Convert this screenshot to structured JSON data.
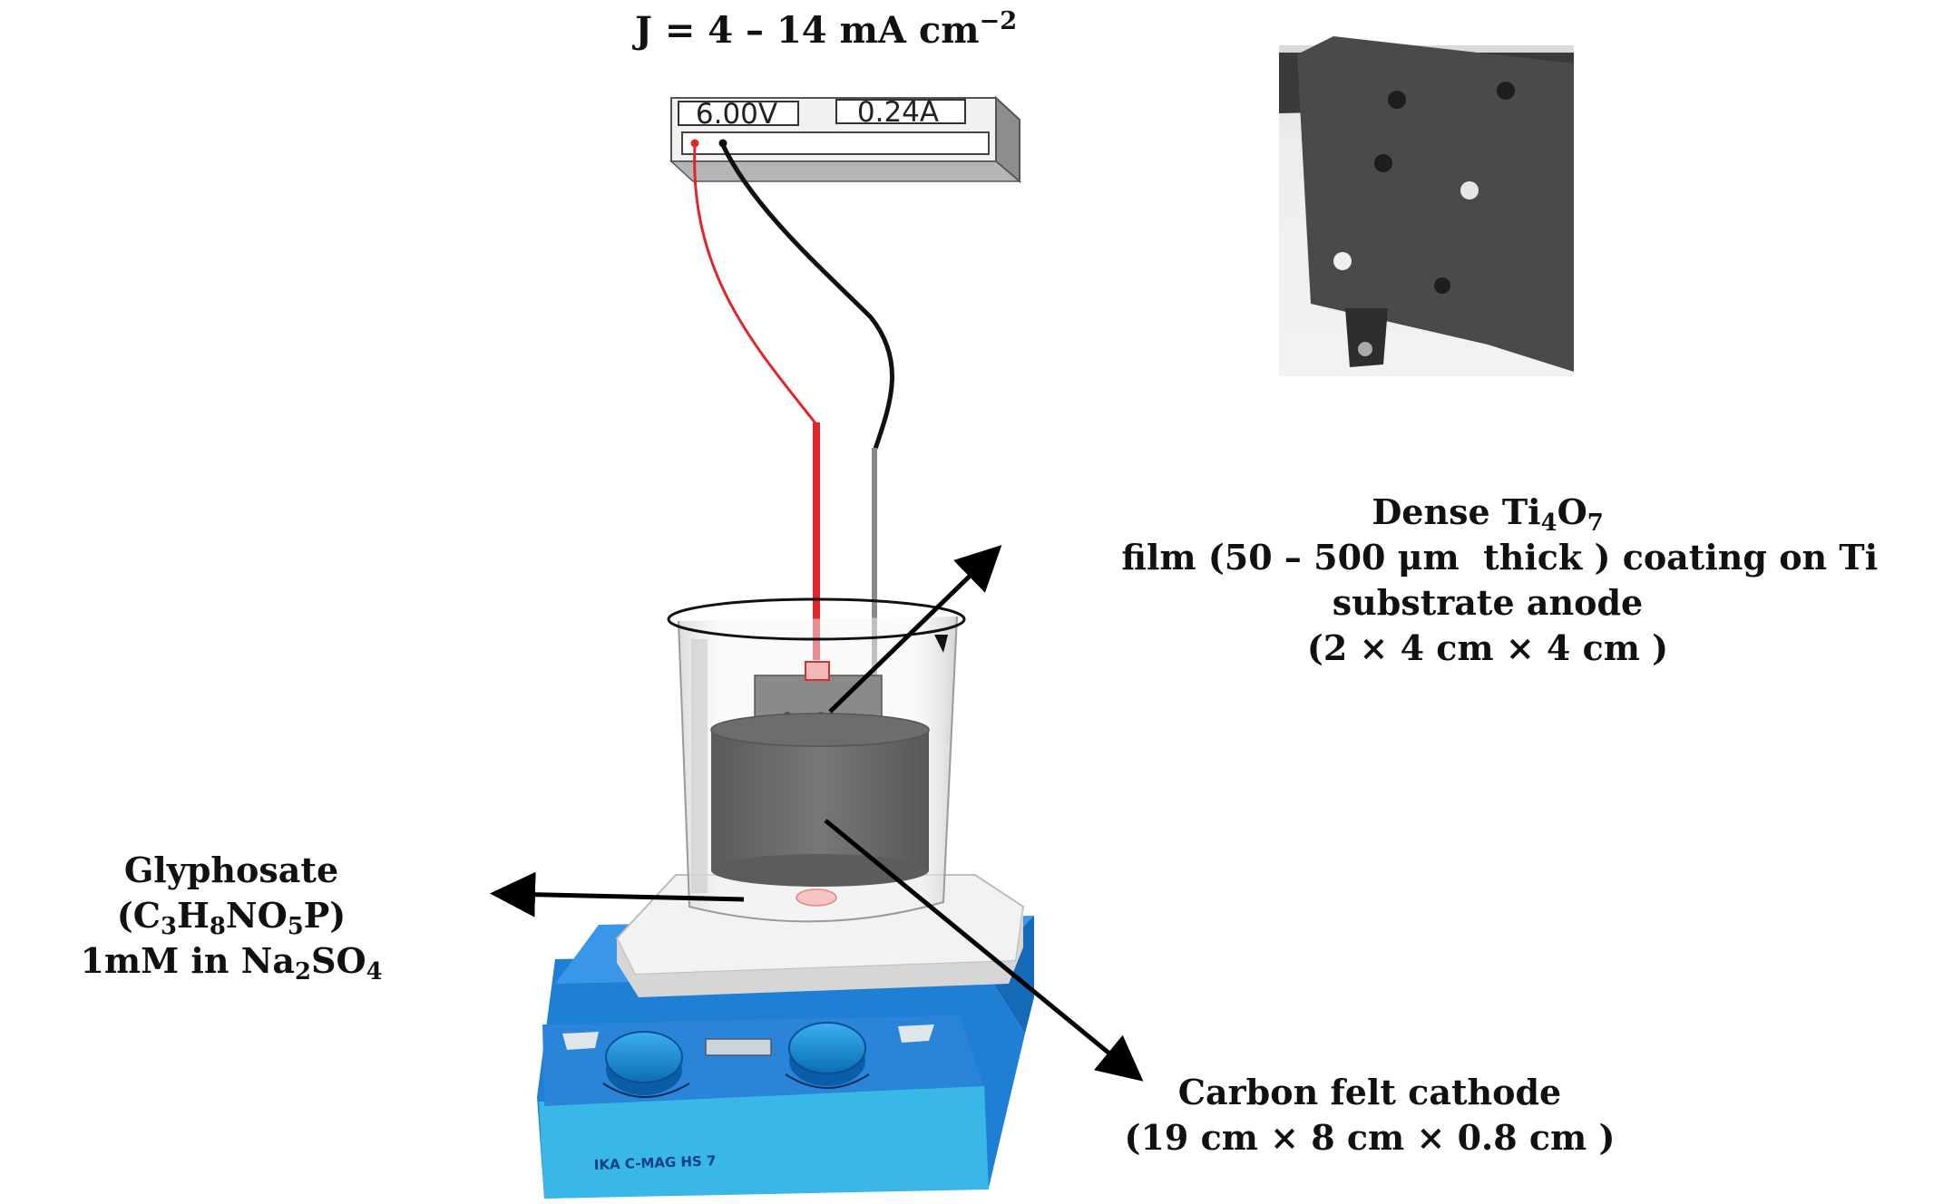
{
  "title": {
    "prefix": "J  = 4 – 14 mA cm",
    "superscript": "−2"
  },
  "power_supply": {
    "voltage": "6.00V",
    "current": "0.24A"
  },
  "stirrer_label": "IKA C-MAG HS 7",
  "labels": {
    "anode": {
      "line1_a": "Dense Ti",
      "line1_sub1": "4",
      "line1_b": "O",
      "line1_sub2": "7",
      "line1_c": "  film (50 – 500 μm  thick ) coating on Ti",
      "line2": "substrate anode",
      "line3": "(2 × 4 cm × 4 cm )"
    },
    "glyphosate": {
      "a": "Glyphosate (C",
      "s1": "3",
      "b": "H",
      "s2": "8",
      "c": "NO",
      "s3": "5",
      "d": "P)",
      "line2_a": "1mM in Na",
      "line2_s1": "2",
      "line2_b": "SO",
      "line2_s2": "4"
    },
    "cathode": {
      "line1": "Carbon felt cathode",
      "line2": "(19 cm × 8 cm × 0.8 cm )"
    }
  },
  "colors": {
    "positive_wire": "#e0262b",
    "negative_wire": "#111111",
    "stirrer_body": "#2f8fe0",
    "stirrer_top": "#e6e6e6",
    "knob": "#1a8fd6",
    "electrode": "#6a6a6a",
    "arrow": "#000000"
  }
}
